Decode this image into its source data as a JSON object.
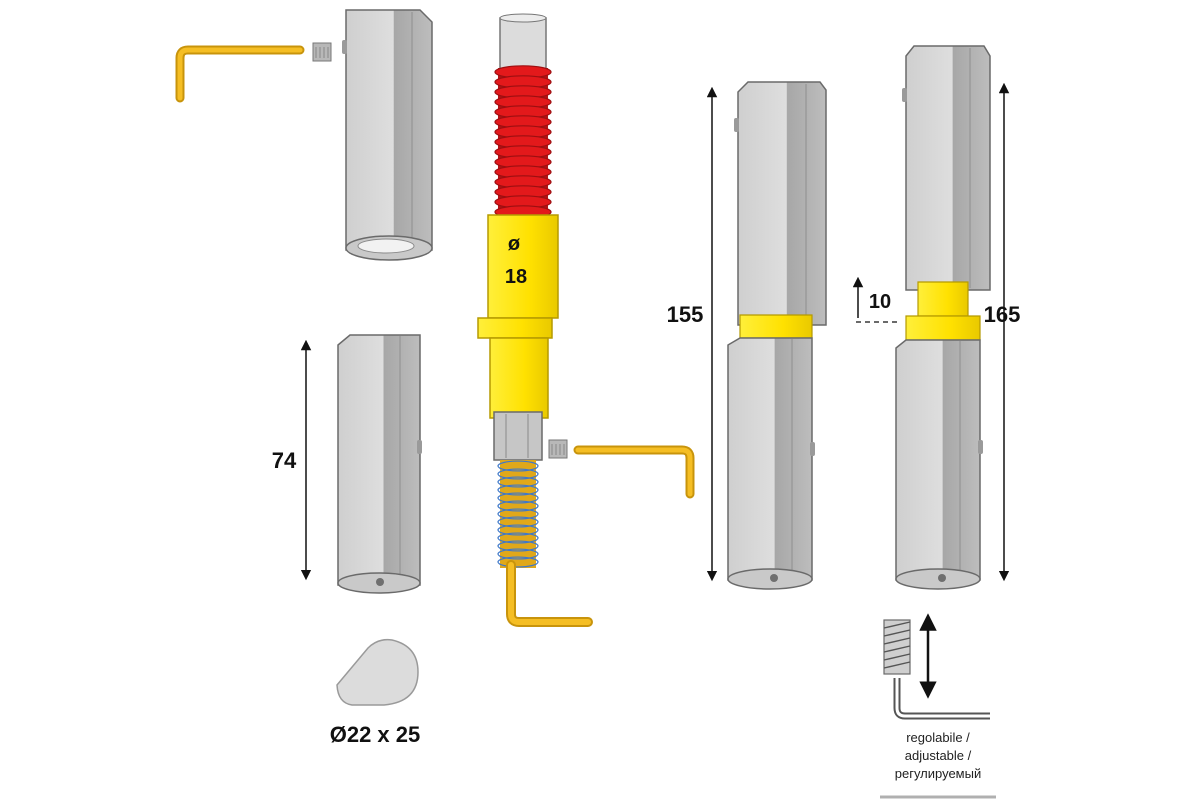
{
  "labels": {
    "pin_diameter_symbol": "ø",
    "pin_diameter_value": "18",
    "top_knuckle_length": "74",
    "assembled_height": "155",
    "adjustment_travel": "10",
    "adjusted_height": "165",
    "profile_size": "Ø22 x 25"
  },
  "note": {
    "line1": "regolabile /",
    "line2": "adjustable /",
    "line3": "регулируемый"
  },
  "colors": {
    "body": "#d2d2d2",
    "body_dark": "#a9a9a9",
    "spring_red": "#e3191b",
    "spring_blue": "#3f78c9",
    "collar_yellow": "#ffe400",
    "hex_key": "#f2b81c",
    "outline": "#6a6a6a"
  }
}
